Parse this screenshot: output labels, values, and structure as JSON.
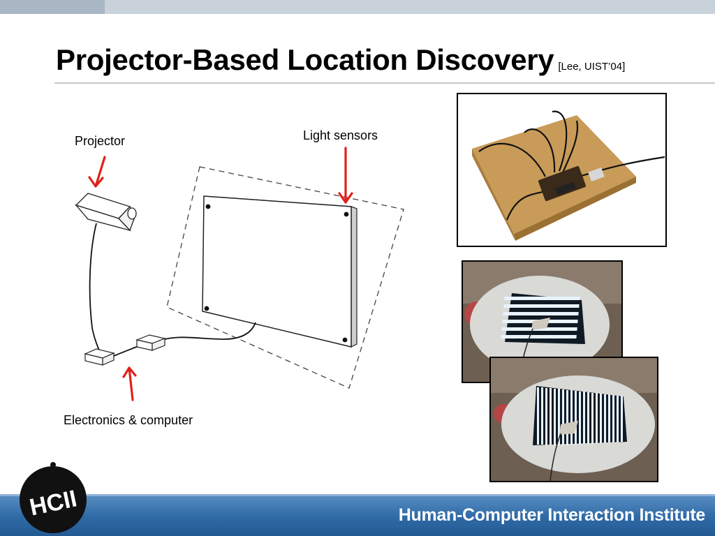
{
  "slide": {
    "title": "Projector-Based Location Discovery",
    "citation": "[Lee, UIST’04]"
  },
  "diagram": {
    "labels": {
      "projector": "Projector",
      "light_sensors": "Light sensors",
      "electronics": "Electronics & computer"
    },
    "arrow_color": "#e0201b"
  },
  "photos": [
    {
      "name": "sensor-board-photo"
    },
    {
      "name": "horizontal-stripes-photo"
    },
    {
      "name": "vertical-stripes-photo"
    }
  ],
  "footer": {
    "brand": "Human-Computer Interaction Institute",
    "color": "#2f6aa6"
  },
  "logo": {
    "text": "HCII",
    "icon": "hcii-logo-icon"
  }
}
